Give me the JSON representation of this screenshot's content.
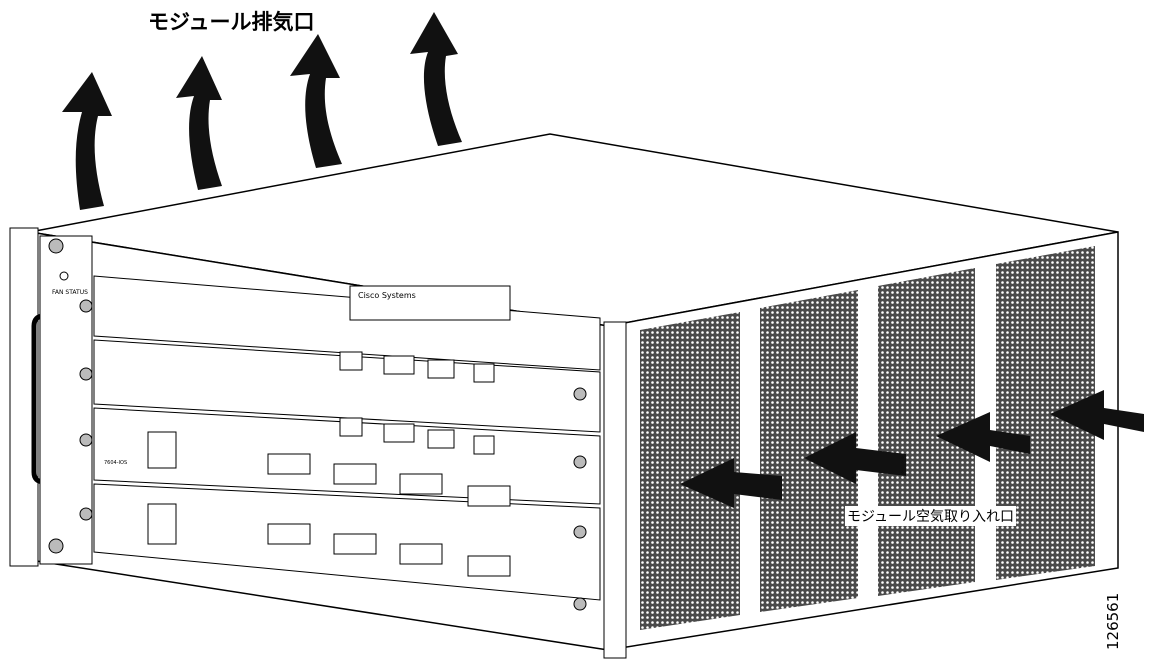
{
  "labels": {
    "exhaust": "モジュール排気口",
    "intake": "モジュール空気取り入れ口",
    "figure_id": "126561"
  },
  "chassis": {
    "fan_tray_text": "FAN\nSTATUS",
    "logo_text": "Cisco Systems",
    "card_label": "7604-IOS"
  },
  "colors": {
    "outline": "#000000",
    "body": "#ffffff",
    "vent": "#7a7a7a",
    "arrow": "#111111"
  }
}
